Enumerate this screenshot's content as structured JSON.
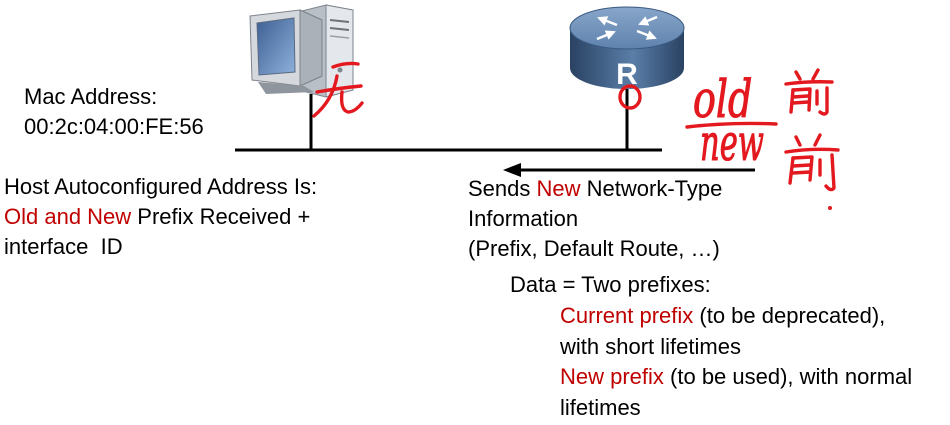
{
  "colors": {
    "text": "#000000",
    "highlight": "#c00000",
    "handwriting": "#e3191f"
  },
  "icons": {
    "host": "computer-icon",
    "router": "router-icon"
  },
  "router": {
    "label": "R"
  },
  "host": {
    "mac_label": "Mac Address:",
    "mac_value": "00:2c:04:00:FE:56",
    "address_line1": "Host Autoconfigured Address Is:",
    "address_line2_highlight": "Old and New",
    "address_line2_rest": " Prefix Received +",
    "address_line3": "interface  ID"
  },
  "router_message": {
    "line1_start": "Sends ",
    "line1_highlight": "New",
    "line1_end": " Network-Type",
    "line2": "Information",
    "line3": "(Prefix, Default Route, …)",
    "data_heading": "Data = Two prefixes:",
    "current_prefix_highlight": "Current prefix",
    "current_prefix_rest": " (to be deprecated),",
    "current_prefix_line2": "with short lifetimes",
    "new_prefix_highlight": "New prefix",
    "new_prefix_rest": " (to be used), with normal",
    "new_prefix_line2": "lifetimes"
  },
  "handwriting": {
    "host_note": "无",
    "old_label": "old",
    "old_note": "前",
    "new_label": "new",
    "new_note": "前"
  }
}
